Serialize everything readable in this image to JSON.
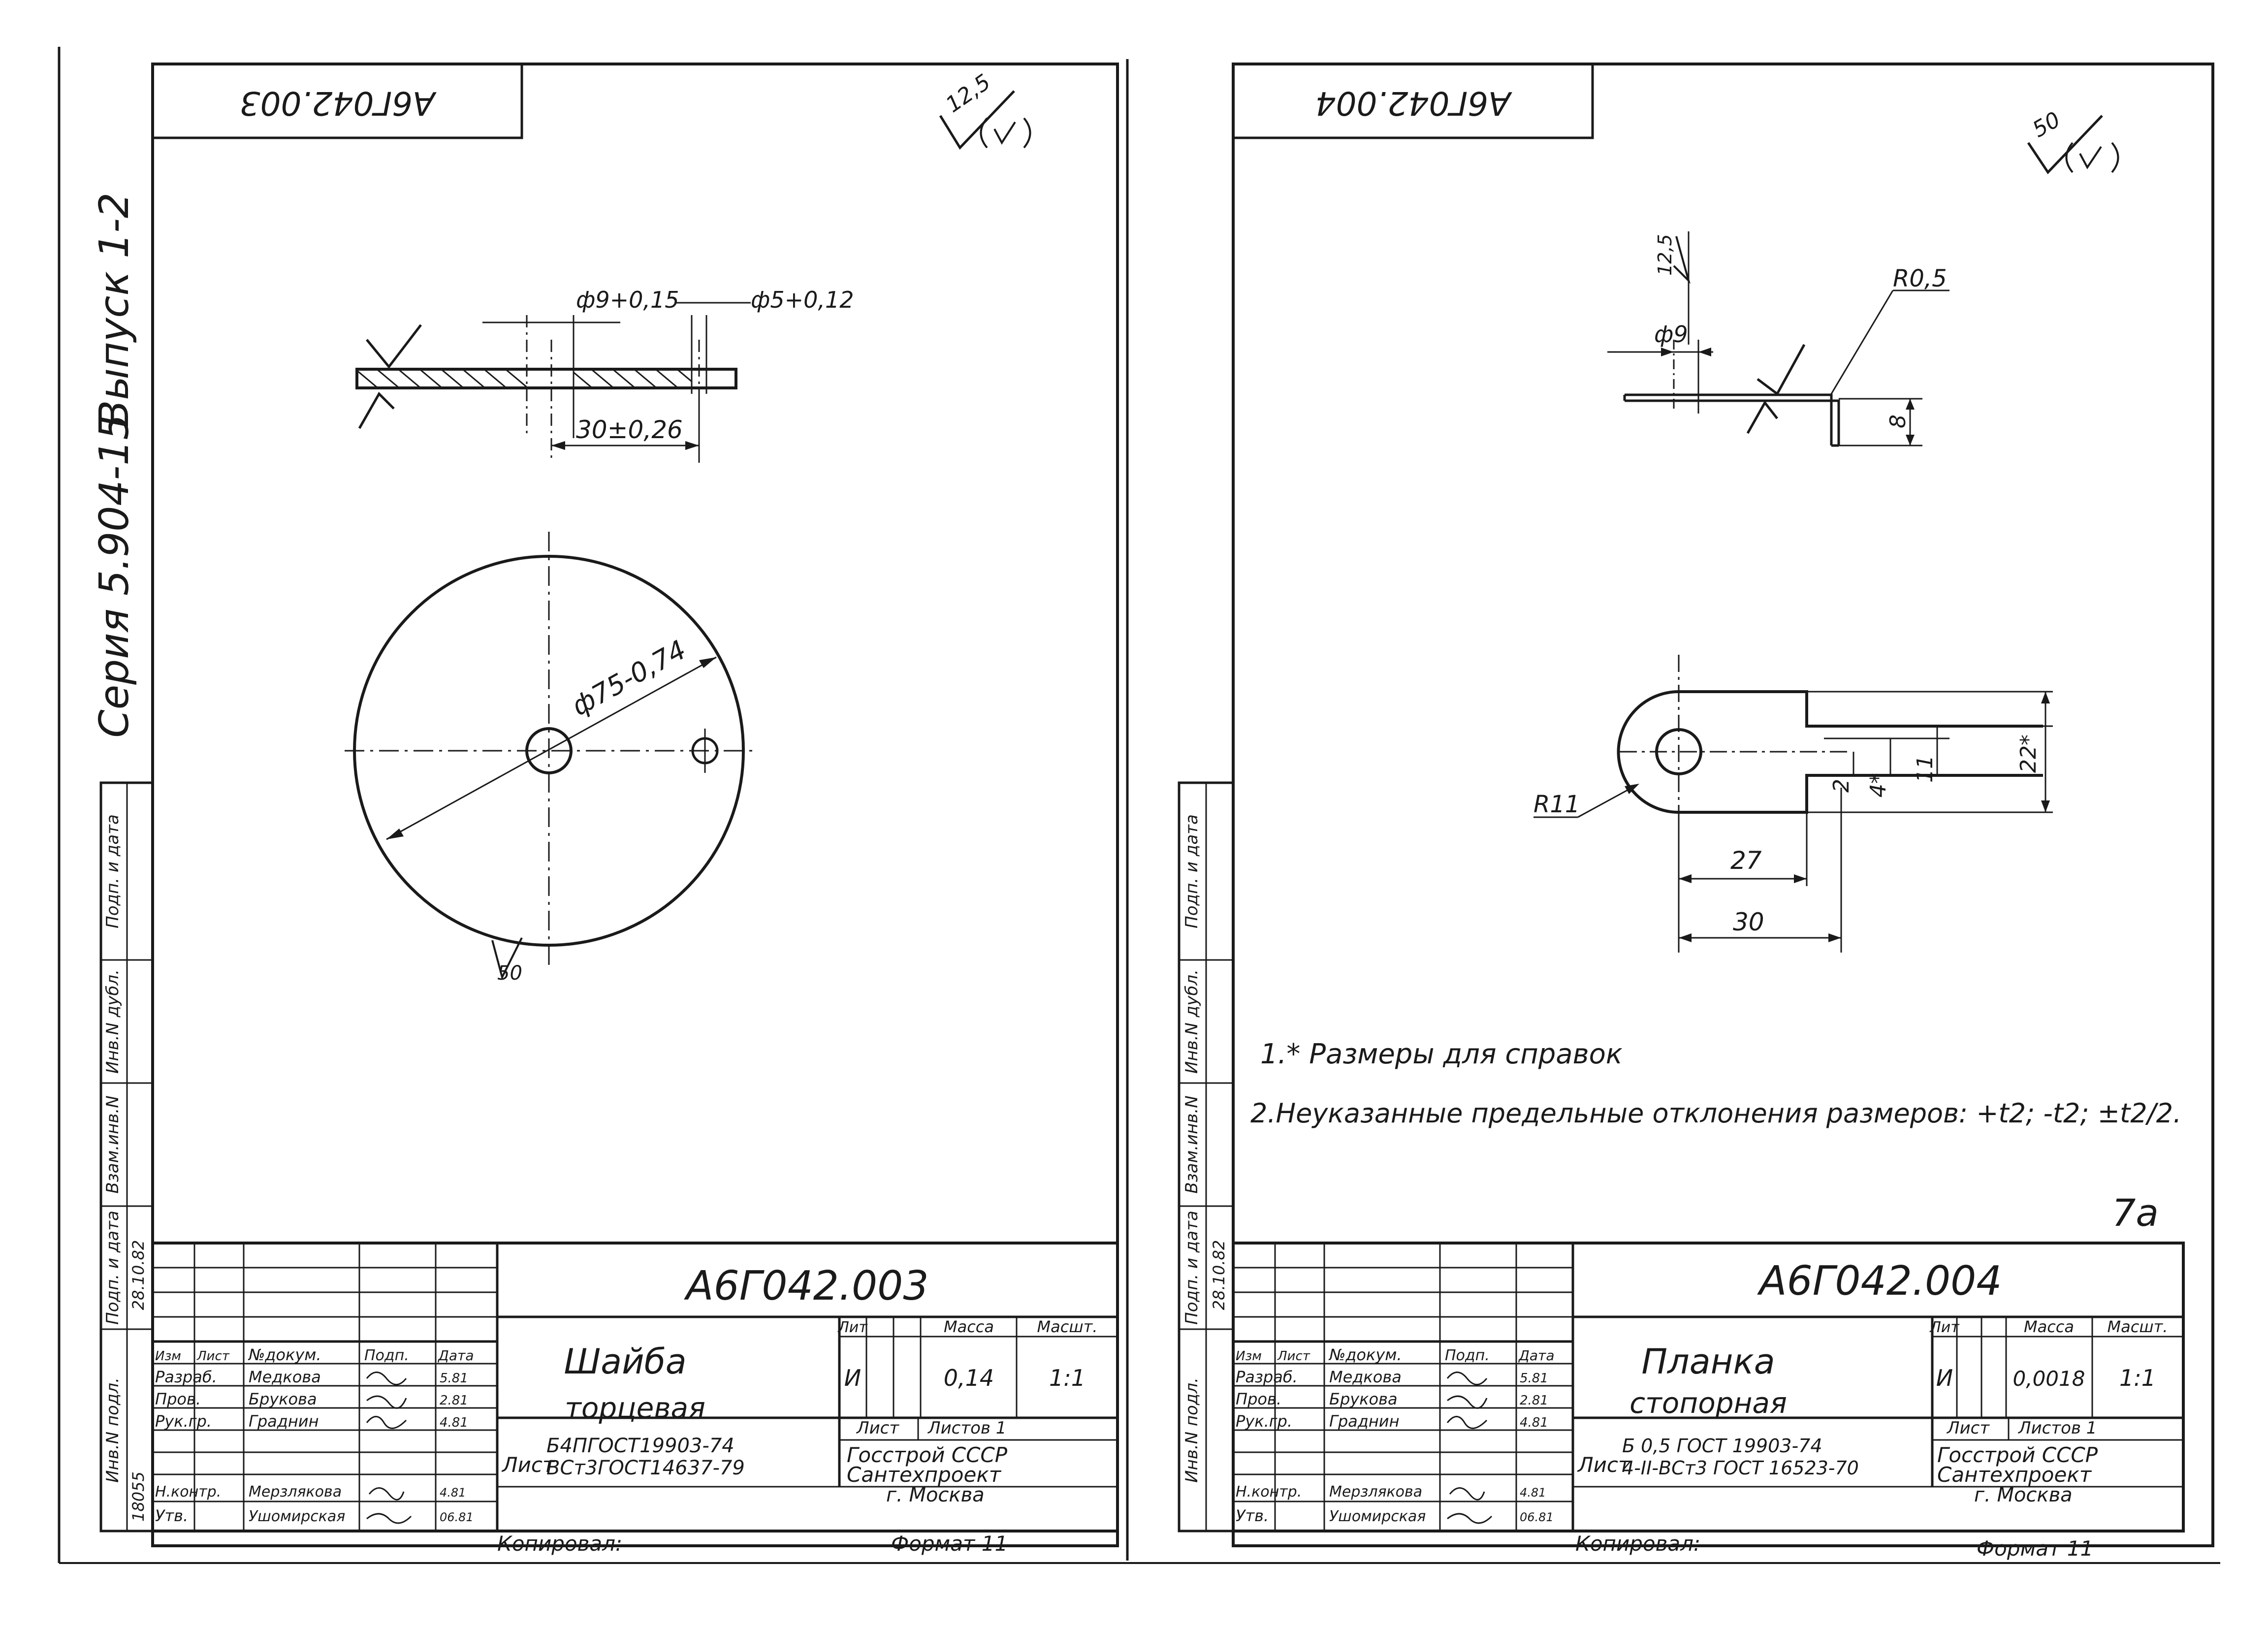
{
  "left_sheet": {
    "corner_code": "А6Г042.003",
    "roughness_mark": "12,5",
    "series": "Серия 5.904-15",
    "issue": "Выпуск 1-2",
    "dims": {
      "bore": "ф9+0,15",
      "pin_hole": "ф5+0,12",
      "outer": "ф75-0,74",
      "offset": "30±0,26",
      "surface": "50"
    },
    "stamp": {
      "code": "А6Г042.003",
      "name_line1": "Шайба",
      "name_line2": "торцевая",
      "lit_header": "Лит",
      "mass_header": "Масса",
      "scale_header": "Масшт.",
      "lit": "И",
      "mass": "0,14",
      "scale": "1:1",
      "sheet": "Лист",
      "sheets": "Листов 1",
      "material_label": "Лист",
      "material_line1": "Б4ПГОСТ19903-74",
      "material_line2": "ВСт3ГОСТ14637-79",
      "org_line1": "Госстрой СССР",
      "org_line2": "Сантехпроект",
      "org_line3": "г. Москва",
      "col_izm": "Изм",
      "col_list": "Лист",
      "col_doc": "№докум.",
      "col_sign": "Подп.",
      "col_date": "Дата",
      "roles": [
        "Разраб.",
        "Пров.",
        "Рук.гр.",
        "Н.контр.",
        "Утв."
      ],
      "names": [
        "Медкова",
        "Брукова",
        "Граднин",
        "Мерзлякова",
        "Ушомирская"
      ],
      "dates": [
        "5.81",
        "2.81",
        "4.81",
        "4.81",
        "06.81"
      ],
      "copied": "Копировал:",
      "format": "Формат 11"
    },
    "side_labels": [
      "Инв.N подл.",
      "Подп. и дата",
      "Взам.инв.N",
      "Инв.N дубл.",
      "Подп. и дата"
    ],
    "side_values": [
      "18055",
      "28.10.82"
    ]
  },
  "right_sheet": {
    "corner_code": "А6Г042.004",
    "roughness_mark": "50",
    "dims": {
      "bend_rough": "12,5",
      "hole": "ф9",
      "radius_small": "R0,5",
      "height": "8",
      "radius_big": "R11",
      "d2": "2",
      "d4": "4*",
      "d11": "11",
      "d22": "22*",
      "d27": "27",
      "d30": "30"
    },
    "notes": [
      "1.* Размеры для справок",
      "2.Неуказанные предельные отклонения размеров: +t2; -t2; ±t2/2."
    ],
    "page_mark": "7а",
    "stamp": {
      "code": "А6Г042.004",
      "name_line1": "Планка",
      "name_line2": "стопорная",
      "lit_header": "Лит",
      "mass_header": "Масса",
      "scale_header": "Масшт.",
      "lit": "И",
      "mass": "0,0018",
      "scale": "1:1",
      "sheet": "Лист",
      "sheets": "Листов 1",
      "material_label": "Лист",
      "material_line1": "Б 0,5 ГОСТ 19903-74",
      "material_line2": "4-II-ВСт3 ГОСТ 16523-70",
      "org_line1": "Госстрой СССР",
      "org_line2": "Сантехпроект",
      "org_line3": "г. Москва",
      "col_izm": "Изм",
      "col_list": "Лист",
      "col_doc": "№докум.",
      "col_sign": "Подп.",
      "col_date": "Дата",
      "roles": [
        "Разраб.",
        "Пров.",
        "Рук.гр.",
        "Н.контр.",
        "Утв."
      ],
      "names": [
        "Медкова",
        "Брукова",
        "Граднин",
        "Мерзлякова",
        "Ушомирская"
      ],
      "dates": [
        "5.81",
        "2.81",
        "4.81",
        "4.81",
        "06.81"
      ],
      "copied": "Копировал:",
      "format": "Формат 11"
    },
    "side_labels": [
      "Инв.N подл.",
      "Подп. и дата",
      "Взам.инв.N",
      "Инв.N дубл.",
      "Подп. и дата"
    ],
    "side_values": [
      "28.10.82"
    ]
  }
}
